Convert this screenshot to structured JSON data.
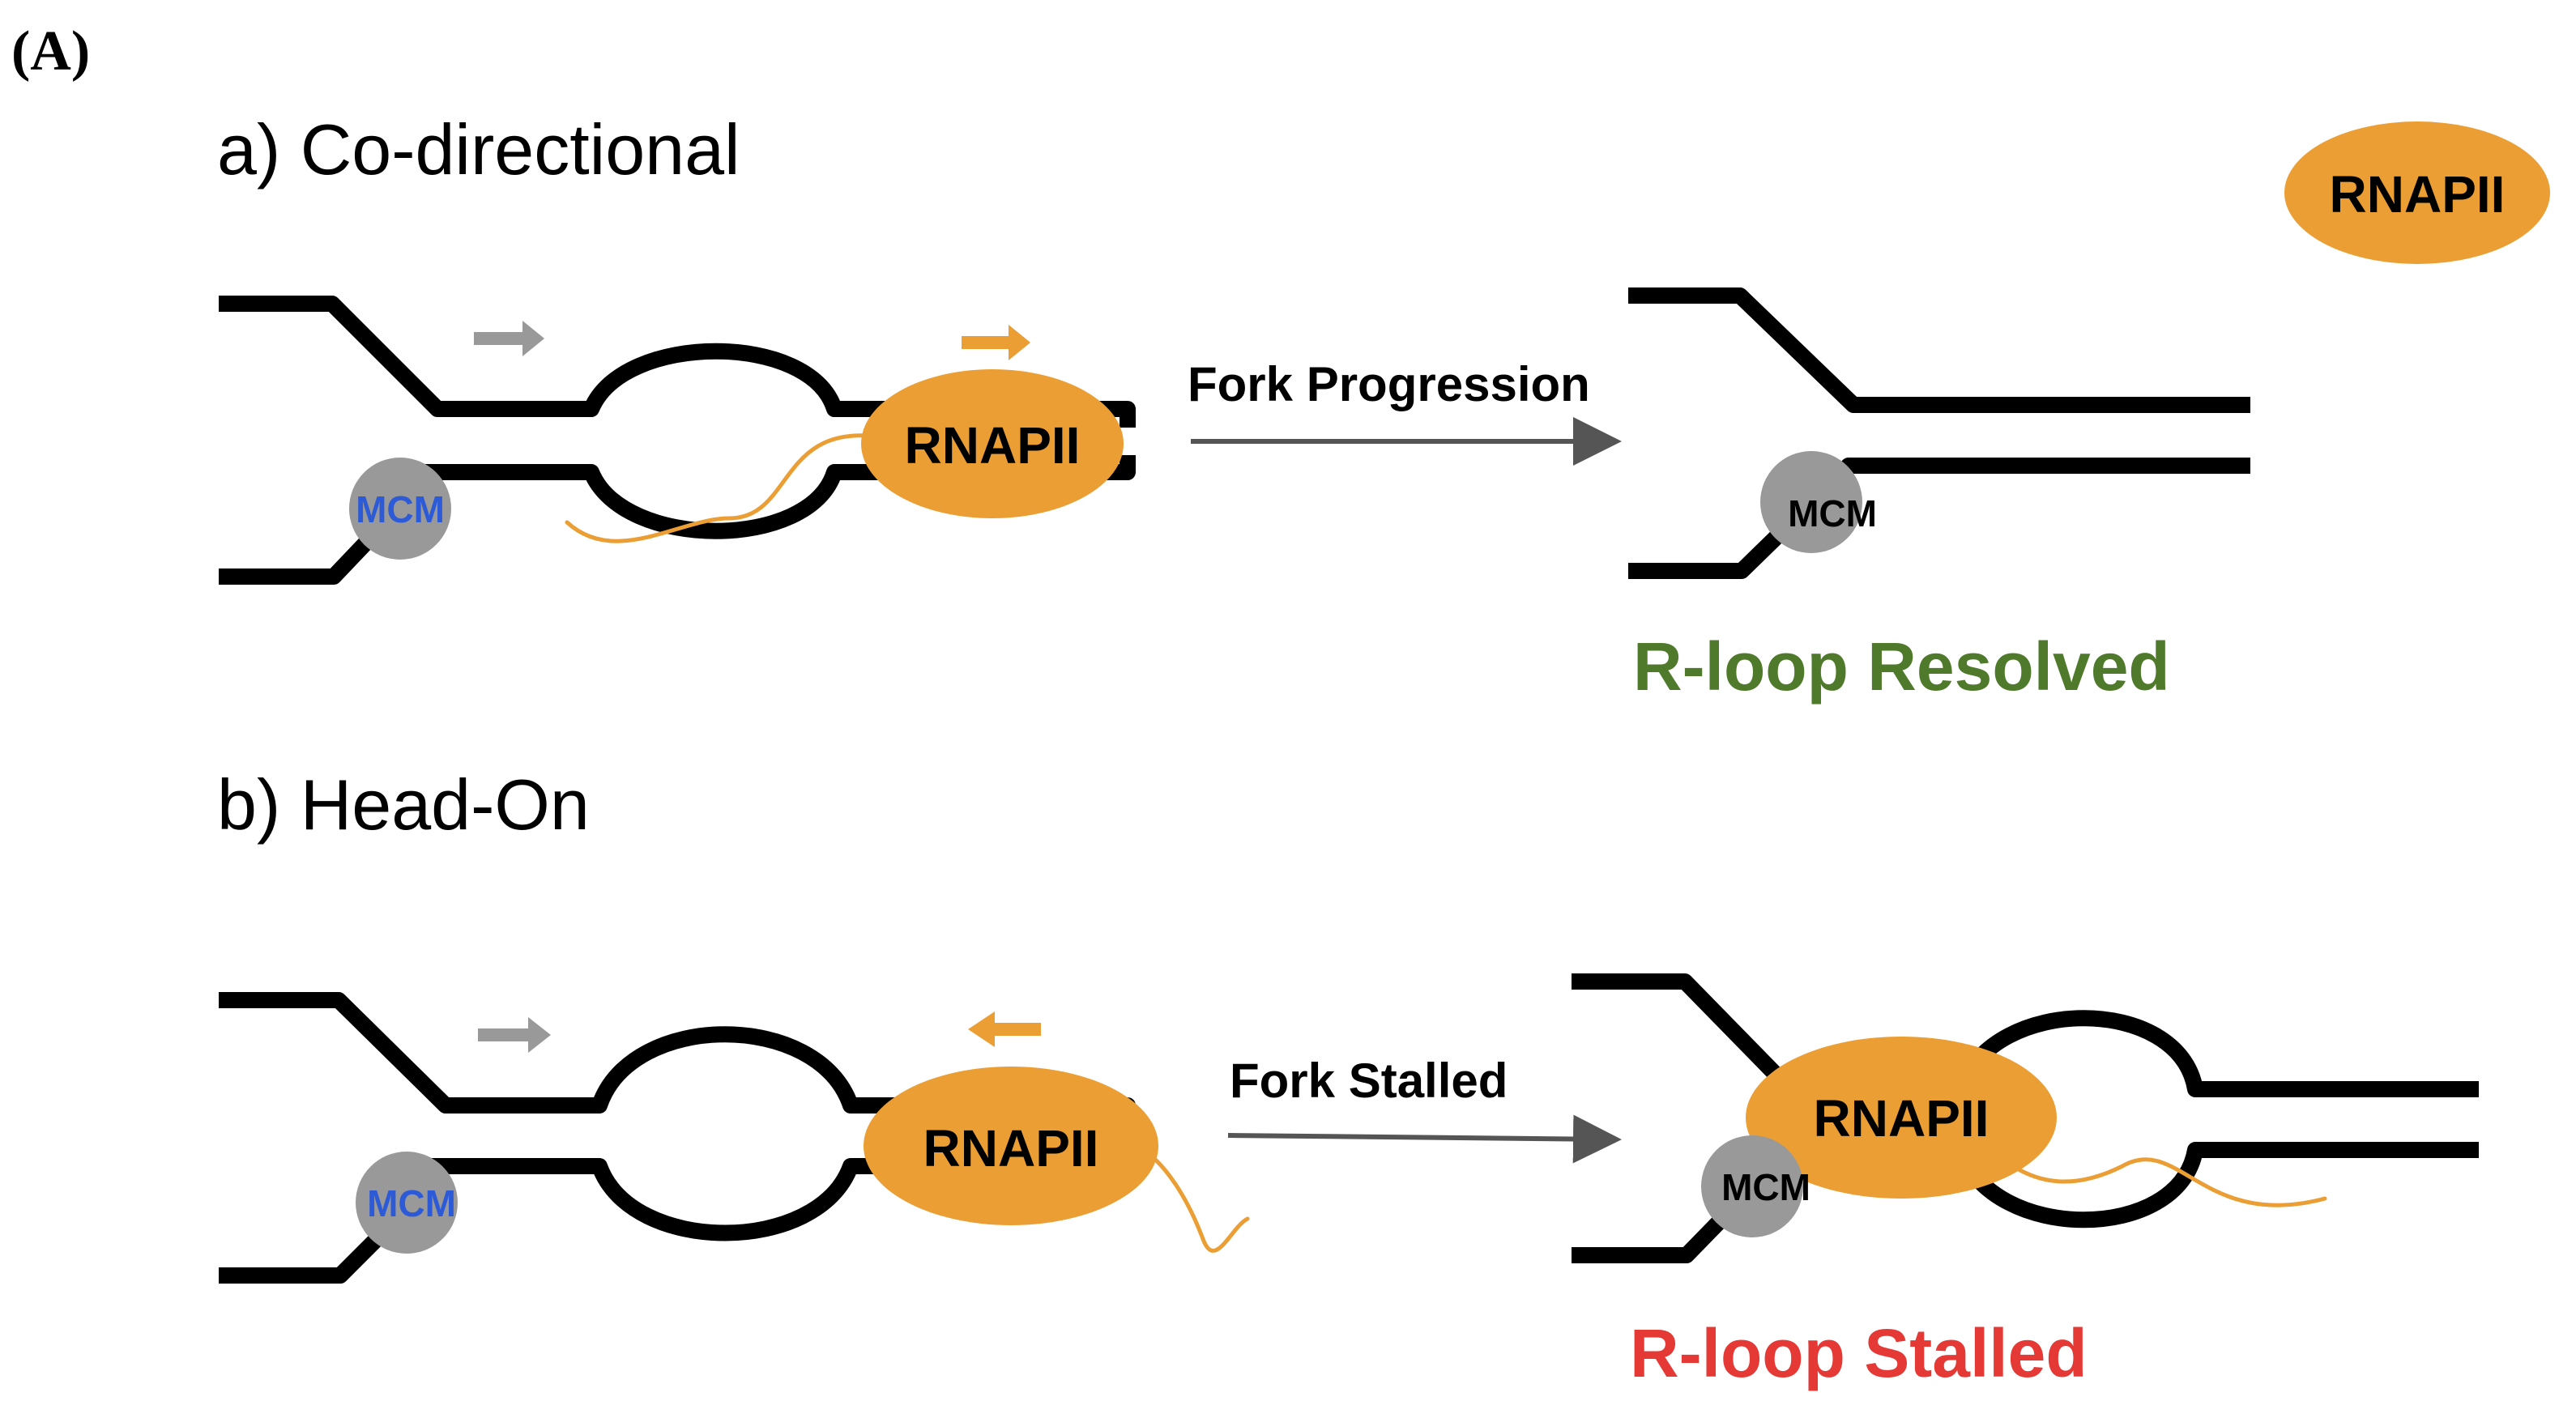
{
  "figure": {
    "panel_label": "(A)",
    "colors": {
      "dna": "#000000",
      "rnapii": "#ea9e33",
      "mcm": "#999999",
      "mcm_label_blue": "#2d5bd7",
      "arrow_gray": "#999999",
      "arrow_orange": "#ea9e33",
      "resolved": "#4f7a2c",
      "stalled": "#e53935",
      "flow_arrow": "#555555"
    },
    "a": {
      "title": "a) Co-directional",
      "left": {
        "rnapii_label": "RNAPII",
        "mcm_label": "MCM",
        "replication_direction_icon": "gray-arrow-right-icon",
        "transcription_direction_icon": "orange-arrow-right-icon"
      },
      "arrow_label": "Fork Progression",
      "right": {
        "mcm_label": "MCM",
        "released_rnapii_label": "RNAPII",
        "outcome": "R-loop Resolved"
      }
    },
    "b": {
      "title": "b) Head-On",
      "left": {
        "rnapii_label": "RNAPII",
        "mcm_label": "MCM",
        "replication_direction_icon": "gray-arrow-right-icon",
        "transcription_direction_icon": "orange-arrow-left-icon"
      },
      "arrow_label": "Fork Stalled",
      "right": {
        "rnapii_label": "RNAPII",
        "mcm_label": "MCM",
        "outcome": "R-loop Stalled"
      }
    }
  }
}
